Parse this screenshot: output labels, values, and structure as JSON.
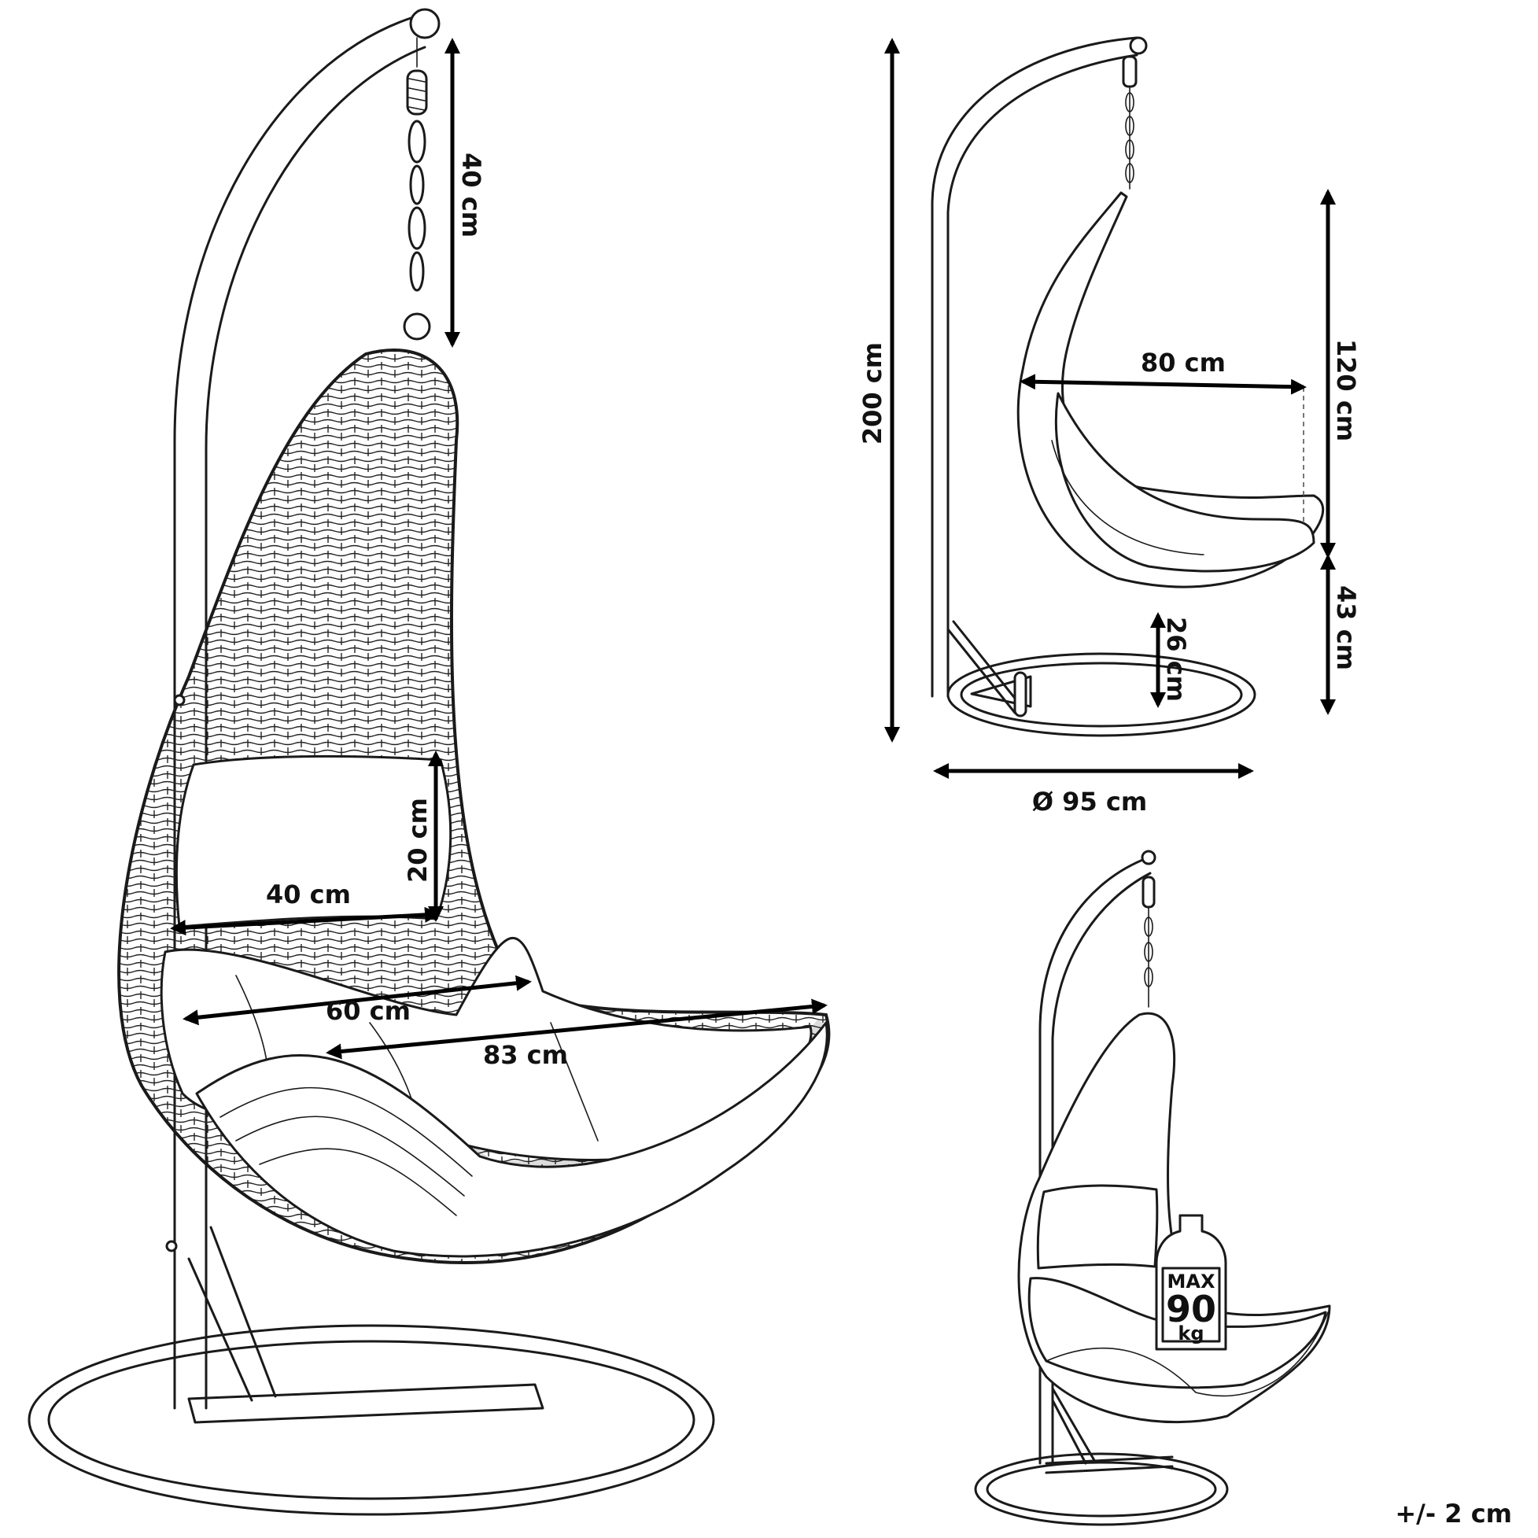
{
  "large_view": {
    "chain_length": "40 cm",
    "pillow_height": "20 cm",
    "pillow_width": "40 cm",
    "seat_width": "60 cm",
    "seat_depth": "83 cm"
  },
  "side_view": {
    "total_height": "200 cm",
    "chair_depth": "80 cm",
    "chair_height": "120 cm",
    "seat_height": "43 cm",
    "ground_clearance": "26 cm",
    "base_diameter": "Ø 95 cm"
  },
  "load_view": {
    "max_line1": "MAX",
    "max_line2": "90",
    "max_line3": "kg"
  },
  "tolerance": "+/- 2 cm"
}
